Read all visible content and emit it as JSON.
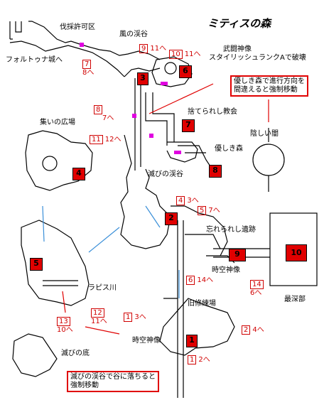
{
  "title": "ミティスの森",
  "labels": {
    "logging_zone": "伐採許可区",
    "fortuna_castle": "フォルトゥナ城へ",
    "wind_gorge": "風の渓谷",
    "martial_statue": "武闘神像",
    "stylish_rank": "スタイリッシュランクAで破壊",
    "abandoned_church": "捨てられし教会",
    "gentle_forest": "優しき森",
    "gathering_square": "集いの広場",
    "ruin_gorge": "滅びの渓谷",
    "dark_darkness": "陰しい闇",
    "forgotten_ruins": "忘れられし遺跡",
    "spacetime_statue_a": "時空神像",
    "deepest_area": "最深部",
    "lapis_river": "ラピス川",
    "old_training": "旧修練場",
    "spacetime_statue_b": "時空神像",
    "ruin_bottom": "滅びの底"
  },
  "notes": {
    "gentle_forest_note": "優しき森で進行方向を\n間違えると強制移動",
    "ruin_note": "滅びの渓谷で谷に落ちると\n強制移動"
  },
  "areas": [
    "1",
    "2",
    "3",
    "4",
    "5",
    "6",
    "7",
    "8",
    "9",
    "10"
  ],
  "refs": [
    {
      "box": "9",
      "text": "11へ"
    },
    {
      "box": "10",
      "text": "11へ"
    },
    {
      "box": "7",
      "text": "8へ"
    },
    {
      "box": "8",
      "text": "7へ"
    },
    {
      "box": "11",
      "text": "12へ"
    },
    {
      "box": "4",
      "text": "3へ"
    },
    {
      "box": "5",
      "text": "7へ"
    },
    {
      "box": "6",
      "text": "14へ"
    },
    {
      "box": "14",
      "text": "6へ"
    },
    {
      "box": "13",
      "text": "10へ"
    },
    {
      "box": "12",
      "text": "11へ"
    },
    {
      "box": "1",
      "text": "3へ"
    },
    {
      "box": "2",
      "text": "4へ"
    },
    {
      "box": "1",
      "text": "2へ"
    }
  ],
  "colors": {
    "area_red": "#e00000",
    "ref_red": "#d00000",
    "link_blue": "#3a8fd8",
    "door_magenta": "#e000e0"
  }
}
